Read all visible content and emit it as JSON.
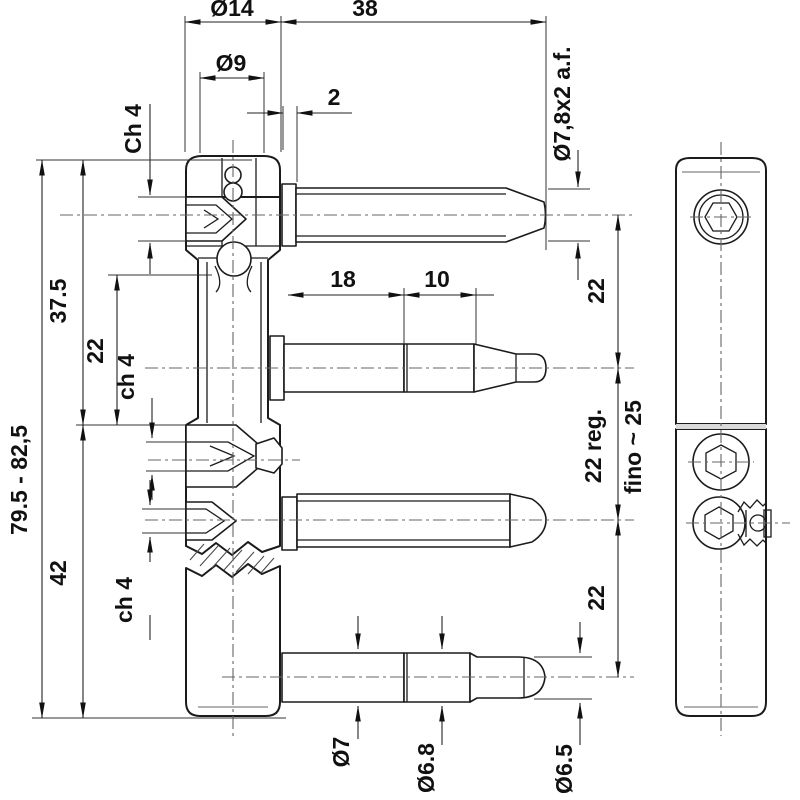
{
  "drawing": {
    "title": "hinge technical drawing",
    "subject": "screw-in door hinge (anuba) - sectioned front view with four threaded pins and side view of hinge body",
    "background": "#ffffff",
    "line_color": "#1b1b1b",
    "centerline_color": "#666666",
    "views": [
      "front-section-view",
      "side-view"
    ],
    "dims": {
      "d14": "Ø14",
      "d38": "38",
      "d9": "Ø9",
      "d2": "2",
      "ch4_top": "Ch 4",
      "d78": "Ø7,8x2 a.f.",
      "d375": "37.5",
      "d22_left": "22",
      "ch4_mid": "ch 4",
      "d795": "79.5 - 82,5",
      "d42": "42",
      "d18": "18",
      "d10": "10",
      "d22_r1": "22",
      "d22_reg": "22 reg.",
      "fino": "fino ~ 25",
      "d22_r2": "22",
      "ch4_bot": "ch 4",
      "d7": "Ø7",
      "d68": "Ø6.8",
      "d65": "Ø6.5"
    }
  }
}
